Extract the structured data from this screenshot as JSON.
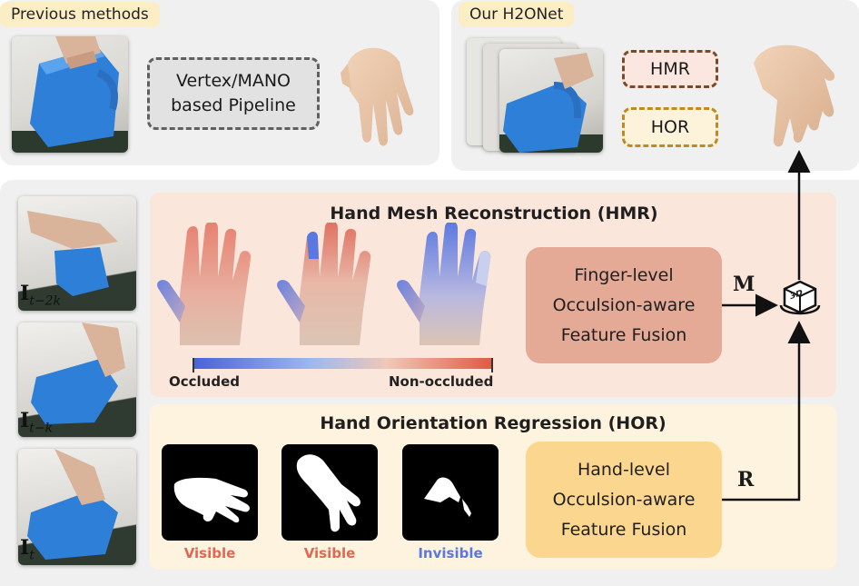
{
  "top_left": {
    "tag": "Previous methods",
    "pipeline_line1": "Vertex/MANO",
    "pipeline_line2": "based Pipeline"
  },
  "top_right": {
    "tag": "Our H2ONet",
    "hmr_box": "HMR",
    "hor_box": "HOR"
  },
  "input_frames": [
    {
      "base": "I",
      "sub": "t−2k"
    },
    {
      "base": "I",
      "sub": "t−k"
    },
    {
      "base": "I",
      "sub": "t"
    }
  ],
  "hmr_section": {
    "title": "Hand Mesh Reconstruction (HMR)",
    "fusion_lines": [
      "Finger-level",
      "Occulsion-aware",
      "Feature Fusion"
    ],
    "legend_left": "Occluded",
    "legend_right": "Non-occluded",
    "output_symbol": "M"
  },
  "hor_section": {
    "title": "Hand Orientation Regression (HOR)",
    "fusion_lines": [
      "Hand-level",
      "Occulsion-aware",
      "Feature Fusion"
    ],
    "mask_labels": [
      "Visible",
      "Visible",
      "Invisible"
    ],
    "output_symbol": "R"
  },
  "icon_3d_label": "3D",
  "colors": {
    "occluded": "#5b78e0",
    "non_occluded": "#e06850",
    "hmr_bg": "#fbe6dc",
    "hor_bg": "#fdf3df",
    "hmr_fusion": "#e4aa96",
    "hor_fusion": "#fbd68e",
    "tag": "#fbeec4"
  }
}
